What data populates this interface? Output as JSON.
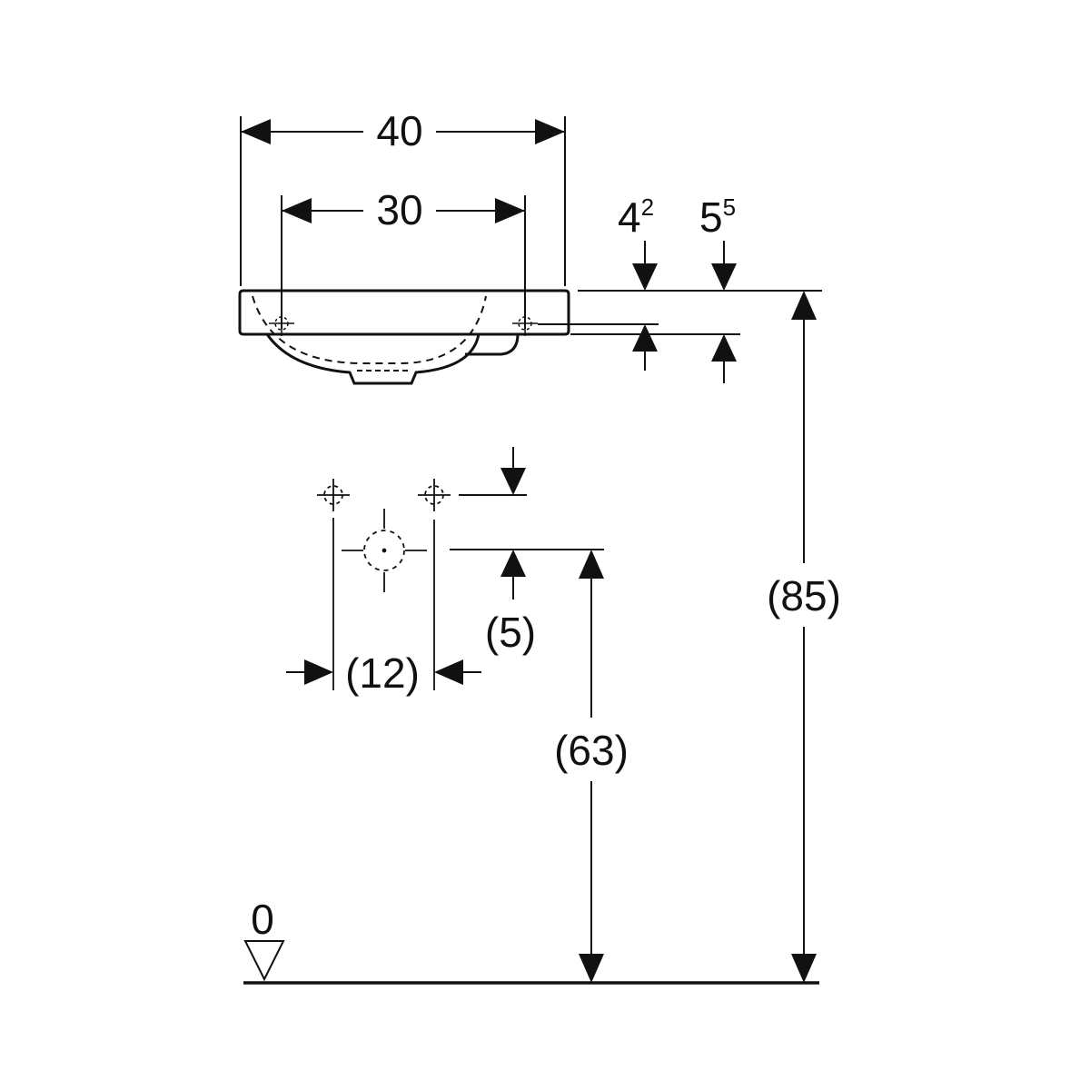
{
  "dimensions": {
    "overall_width": "40",
    "inner_width": "30",
    "rim_thickness_base": "4",
    "rim_thickness_sup": "2",
    "overflow_height_base": "5",
    "overflow_height_sup": "5",
    "rim_height": "(85)",
    "drain_height": "(63)",
    "tap_offset": "(5)",
    "tap_spacing": "(12)",
    "floor_level": "0"
  },
  "colors": {
    "line": "#111111",
    "background": "#ffffff"
  }
}
